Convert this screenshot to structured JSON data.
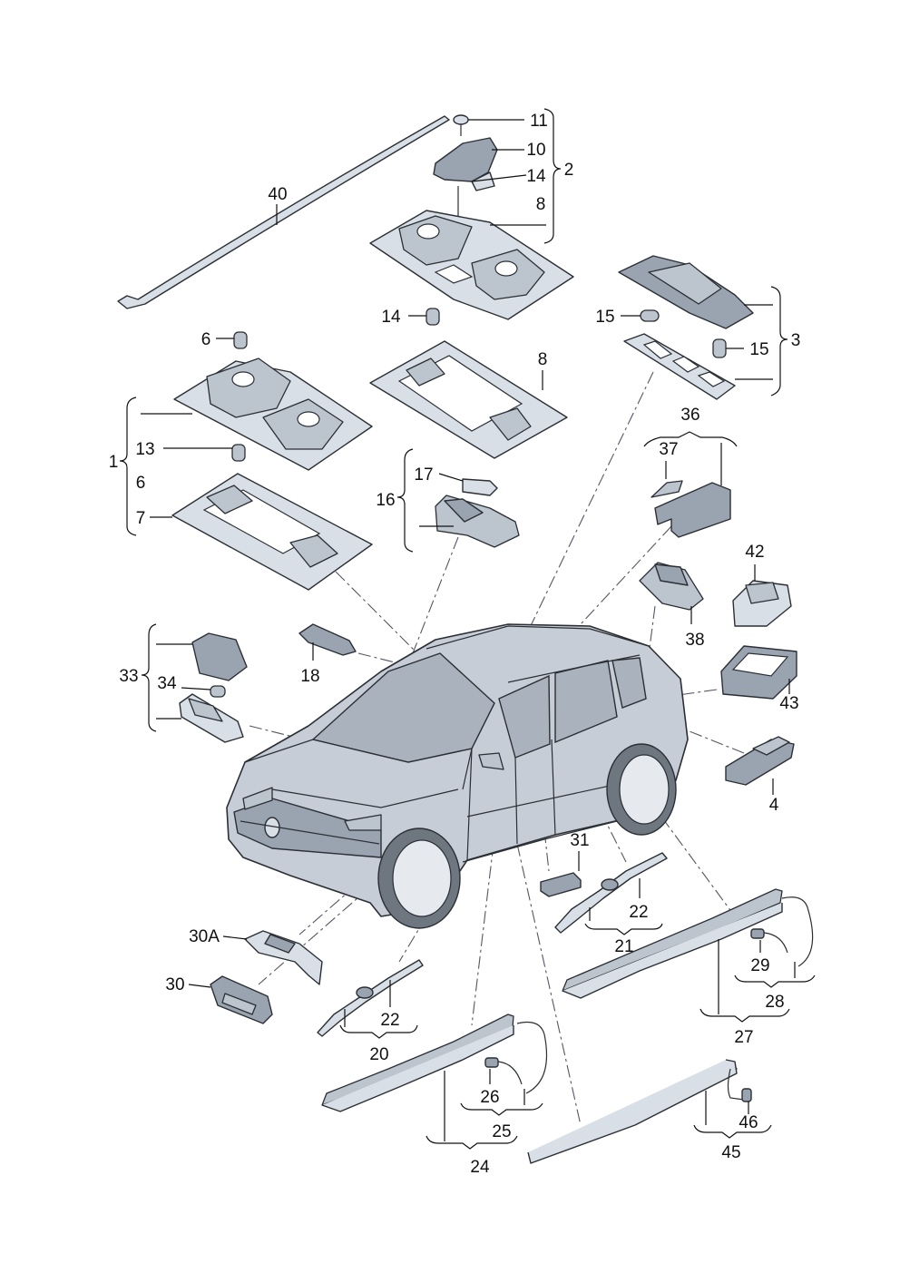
{
  "labels": {
    "l40": "40",
    "l11": "11",
    "l10": "10",
    "l14a": "14",
    "l2": "2",
    "l8a": "8",
    "l6a": "6",
    "l14b": "14",
    "l8b": "8",
    "l15a": "15",
    "l15b": "15",
    "l3": "3",
    "l1": "1",
    "l13": "13",
    "l6b": "6",
    "l7": "7",
    "l17": "17",
    "l16": "16",
    "l36": "36",
    "l37": "37",
    "l42": "42",
    "l38": "38",
    "l33": "33",
    "l34": "34",
    "l18": "18",
    "l43": "43",
    "l4": "4",
    "l31": "31",
    "l22a": "22",
    "l21": "21",
    "l30A": "30A",
    "l30": "30",
    "l22b": "22",
    "l20": "20",
    "l29": "29",
    "l28": "28",
    "l27": "27",
    "l26": "26",
    "l25": "25",
    "l24": "24",
    "l46": "46",
    "l45": "45"
  },
  "icons": {
    "vehicle": "suv-illustration-icon",
    "parts": "interior-light-part-icon"
  }
}
